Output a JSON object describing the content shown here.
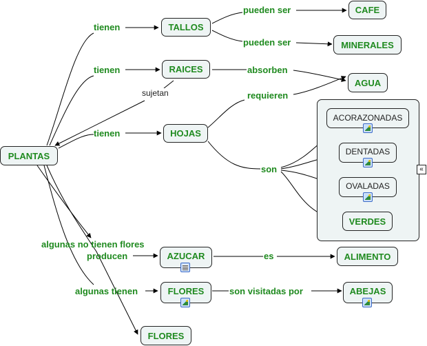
{
  "concepts": {
    "plantas": "PLANTAS",
    "tallos": "TALLOS",
    "raices": "RAICES",
    "hojas": "HOJAS",
    "cafe": "CAFE",
    "minerales": "MINERALES",
    "agua": "AGUA",
    "acorazonadas": "ACORAZONADAS",
    "dentadas": "DENTADAS",
    "ovaladas": "OVALADAS",
    "verdes": "VERDES",
    "azucar": "AZUCAR",
    "alimento": "ALIMENTO",
    "flores_1": "FLORES",
    "abejas": "ABEJAS",
    "flores_2": "FLORES"
  },
  "linking_phrases": {
    "tienen_tallos": "tienen",
    "tienen_raices": "tienen",
    "tienen_hojas": "tienen",
    "sujetan": "sujetan",
    "pueden_ser_cafe": "pueden ser",
    "pueden_ser_minerales": "pueden ser",
    "absorben": "absorben",
    "requieren": "requieren",
    "son": "son",
    "algunas_no_tienen_flores": "algunas no tienen flores",
    "producen": "producen",
    "algunas_tienen": "algunas tienen",
    "es": "es",
    "son_visitadas_por": "son visitadas por"
  },
  "resources": {
    "acorazonadas": "image-resource-icon",
    "dentadas": "image-resource-icon",
    "ovaladas": "image-resource-icon",
    "azucar": "document-resource-icon",
    "flores_1": "image-resource-icon",
    "abejas": "image-resource-icon"
  },
  "collapse_glyph": "«",
  "colors": {
    "concept_text": "#1f8a1f",
    "concept_fill": "#eef4f4",
    "link_line": "#000000"
  }
}
